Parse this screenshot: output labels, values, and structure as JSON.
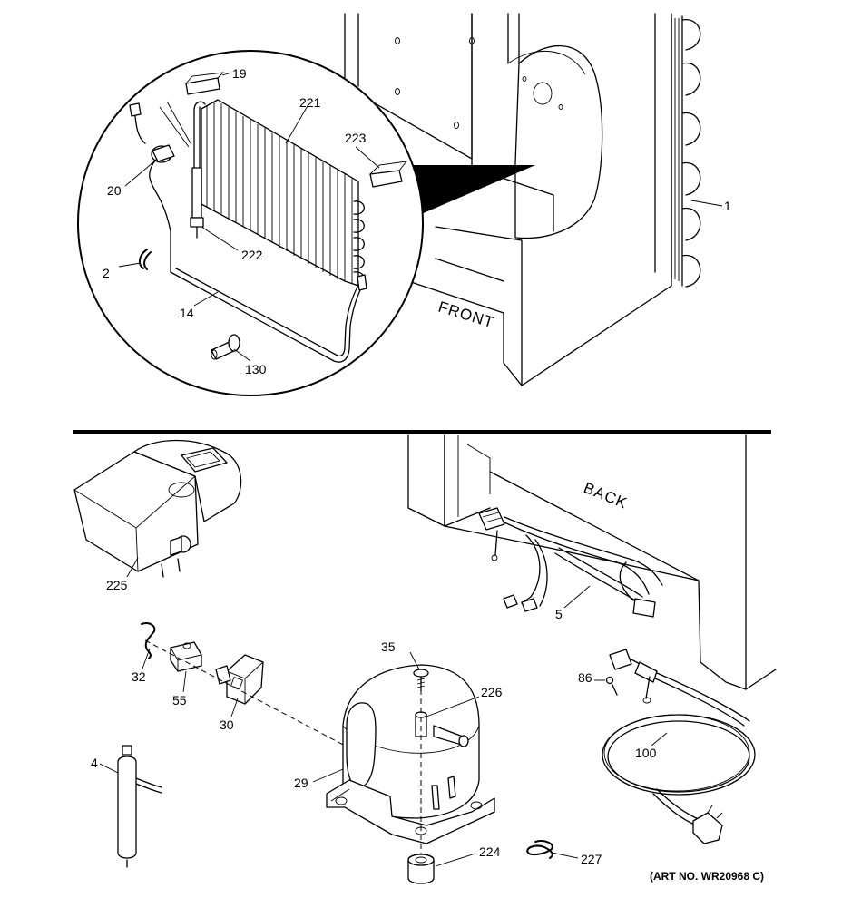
{
  "figure": {
    "art_number": "(ART NO. WR20968 C)"
  },
  "stamps": {
    "front": "FRONT",
    "back": "BACK"
  },
  "callouts": {
    "c1": "1",
    "c2": "2",
    "c4": "4",
    "c5": "5",
    "c14": "14",
    "c19": "19",
    "c20": "20",
    "c29": "29",
    "c30": "30",
    "c32": "32",
    "c35": "35",
    "c55": "55",
    "c86": "86",
    "c100": "100",
    "c130": "130",
    "c221": "221",
    "c222": "222",
    "c223": "223",
    "c224": "224",
    "c225": "225",
    "c226": "226",
    "c227": "227"
  }
}
